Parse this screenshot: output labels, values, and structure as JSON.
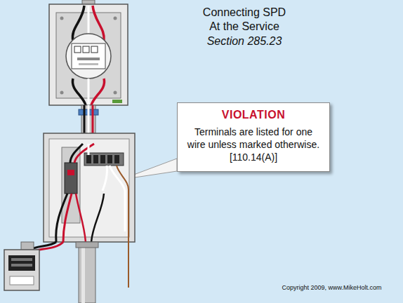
{
  "diagram": {
    "title": "Connecting SPD At the Service",
    "nodes": [
      {
        "text": [
          "VIOLATION",
          "Terminals are listed for one wire unless marked otherwise. [110.14(A)]"
        ]
      }
    ],
    "labels": [
      "Section 285.23",
      "Copyright 2009, www.MikeHolt.com"
    ]
  }
}
